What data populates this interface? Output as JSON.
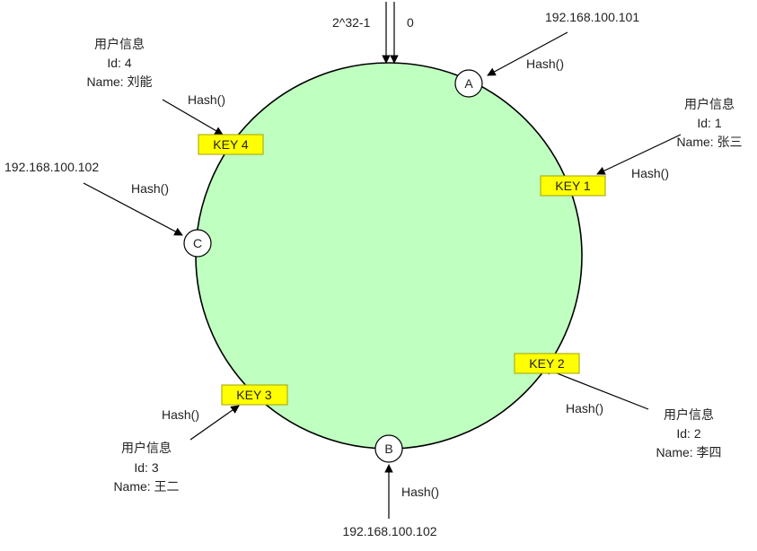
{
  "ring": {
    "start_label": "0",
    "end_label": "2^32-1"
  },
  "nodes": [
    {
      "id": "A",
      "label": "A",
      "ip": "192.168.100.101",
      "hash_label": "Hash()"
    },
    {
      "id": "B",
      "label": "B",
      "ip": "192.168.100.102",
      "hash_label": "Hash()"
    },
    {
      "id": "C",
      "label": "C",
      "ip": "192.168.100.102",
      "hash_label": "Hash()"
    }
  ],
  "keys": [
    {
      "label": "KEY 1",
      "hash_label": "Hash()",
      "user": {
        "title": "用户信息",
        "id": "Id: 1",
        "name": "Name: 张三"
      }
    },
    {
      "label": "KEY 2",
      "hash_label": "Hash()",
      "user": {
        "title": "用户信息",
        "id": "Id: 2",
        "name": "Name: 李四"
      }
    },
    {
      "label": "KEY 3",
      "hash_label": "Hash()",
      "user": {
        "title": "用户信息",
        "id": "Id: 3",
        "name": "Name: 王二"
      }
    },
    {
      "label": "KEY 4",
      "hash_label": "Hash()",
      "user": {
        "title": "用户信息",
        "id": "Id: 4",
        "name": "Name: 刘能"
      }
    }
  ],
  "colors": {
    "ring_fill": "#bfffc0",
    "key_fill": "#ffff00",
    "node_fill": "#ffffff"
  }
}
